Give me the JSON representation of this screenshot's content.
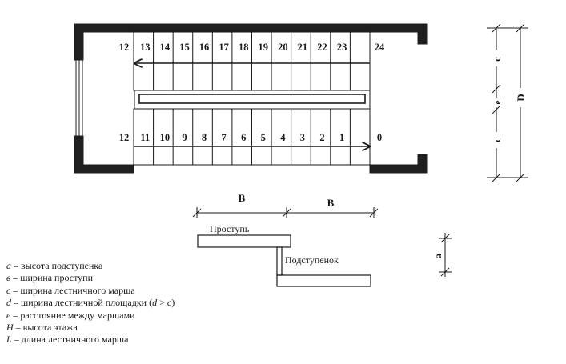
{
  "plan": {
    "top_steps": [
      "12",
      "13",
      "14",
      "15",
      "16",
      "17",
      "18",
      "19",
      "20",
      "21",
      "22",
      "23",
      "24"
    ],
    "bottom_steps": [
      "12",
      "11",
      "10",
      "9",
      "8",
      "7",
      "6",
      "5",
      "4",
      "3",
      "2",
      "1",
      "0"
    ]
  },
  "dimensions": {
    "c_top": "c",
    "e": "e",
    "D": "D",
    "c_bottom": "c",
    "B_left": "B",
    "B_right": "B",
    "a": "a"
  },
  "section": {
    "tread_label": "Проступь",
    "riser_label": "Подступенок"
  },
  "legend": [
    {
      "sym": "a",
      "text": " – высота подступенка"
    },
    {
      "sym": "в",
      "text": " – ширина проступи"
    },
    {
      "sym": "c",
      "text": " – ширина лестничного марша"
    },
    {
      "sym": "d",
      "text": " – ширина лестничной площадки ("
    },
    {
      "sym": "e",
      "text": " – расстояние между маршами"
    },
    {
      "sym": "H",
      "text": " – высота этажа"
    },
    {
      "sym": "L",
      "text": " – длина лестничного марша"
    }
  ],
  "legend_d_condition": {
    "lhs": "d",
    "op": " > ",
    "rhs": "c",
    "close": ")"
  },
  "colors": {
    "ink": "#1a1a1a",
    "wall": "#1f1f1f"
  }
}
